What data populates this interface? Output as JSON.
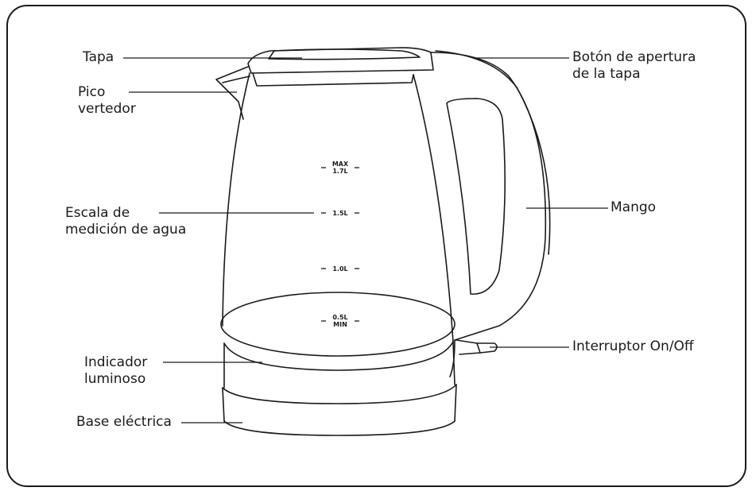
{
  "labels": {
    "tapa": "Tapa",
    "pico_l1": "Pico",
    "pico_l2": "vertedor",
    "boton_l1": "Botón de apertura",
    "boton_l2": "de la tapa",
    "escala_l1": "Escala de",
    "escala_l2": "medición de agua",
    "mango": "Mango",
    "indicador_l1": "Indicador",
    "indicador_l2": "luminoso",
    "interruptor": "Interruptor On/Off",
    "base": "Base eléctrica"
  },
  "scale_marks": {
    "max_top": "MAX",
    "max_bottom": "1.7L",
    "l15": "1.5L",
    "l10": "1.0L",
    "min_top": "0.5L",
    "min_bottom": "MIN"
  },
  "colors": {
    "line": "#1a1a1a",
    "background": "#ffffff"
  }
}
